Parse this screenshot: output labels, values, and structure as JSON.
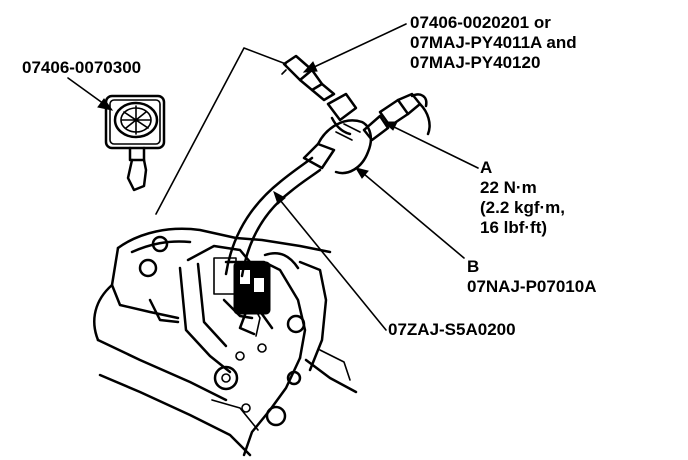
{
  "callouts": {
    "gauge_part": "07406-0070300",
    "adapter_part": {
      "line1": "07406-0020201 or",
      "line2": "07MAJ-PY4011A and",
      "line3": "07MAJ-PY40120"
    },
    "item_a": {
      "letter": "A",
      "torque_nm": "22 N·m",
      "torque_kgfm": "(2.2 kgf·m,",
      "torque_lbfft": "16 lbf·ft)"
    },
    "item_b": {
      "letter": "B",
      "part": "07NAJ-P07010A"
    },
    "hose_part": "07ZAJ-S5A0200"
  },
  "colors": {
    "ink": "#000000",
    "paper": "#ffffff"
  }
}
